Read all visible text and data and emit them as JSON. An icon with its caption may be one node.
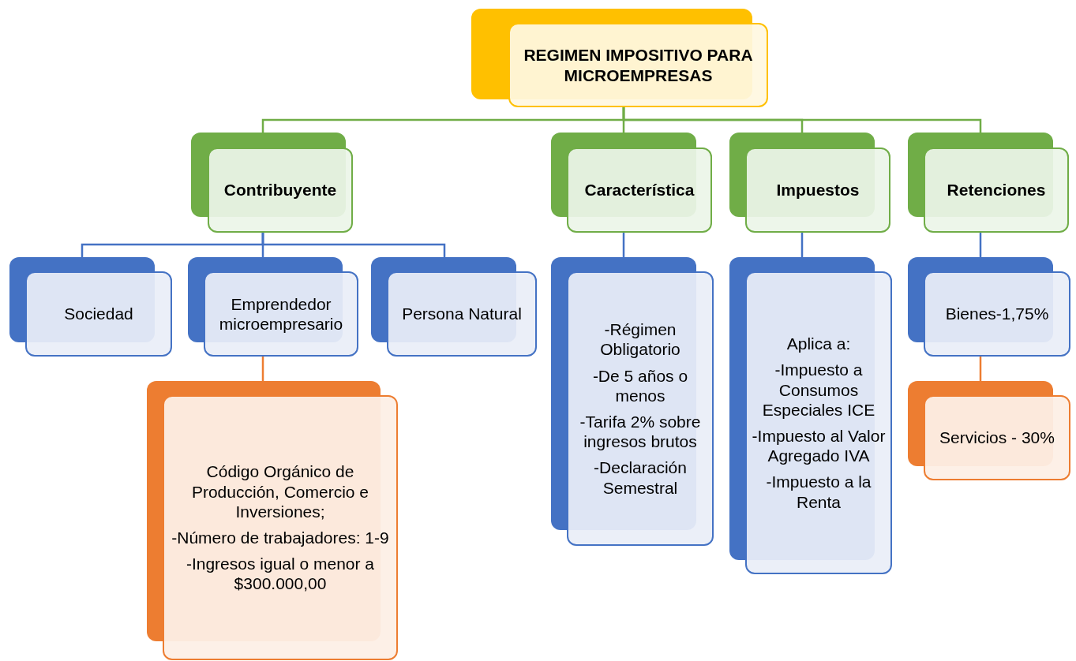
{
  "diagram": {
    "nodes": [
      {
        "text": [
          "REGIMEN IMPOSITIVO PARA MICROEMPRESAS"
        ]
      },
      {
        "text": [
          "Contribuyente"
        ]
      },
      {
        "text": [
          "Característica"
        ]
      },
      {
        "text": [
          "Impuestos"
        ]
      },
      {
        "text": [
          "Retenciones"
        ]
      },
      {
        "text": [
          "Sociedad"
        ]
      },
      {
        "text": [
          "Emprendedor microempresario"
        ]
      },
      {
        "text": [
          "Persona Natural"
        ]
      },
      {
        "text": [
          "Código Orgánico de Producción, Comercio e Inversiones;",
          "-Número de trabajadores: 1-9",
          "-Ingresos igual o menor a $300.000,00"
        ]
      },
      {
        "text": [
          "-Régimen Obligatorio",
          "-De 5 años o menos",
          "-Tarifa 2% sobre ingresos brutos",
          "-Declaración Semestral"
        ]
      },
      {
        "text": [
          "Aplica a:",
          "-Impuesto a Consumos Especiales ICE",
          "-Impuesto al Valor Agregado IVA",
          "-Impuesto a la Renta"
        ]
      },
      {
        "text": [
          "Bienes-1,75%"
        ]
      },
      {
        "text": [
          "Servicios - 30%"
        ]
      }
    ],
    "edges": [
      {
        "from": 0,
        "to": 1,
        "arrow": "none",
        "color": "#70ad47"
      },
      {
        "from": 0,
        "to": 2,
        "arrow": "none",
        "color": "#70ad47"
      },
      {
        "from": 0,
        "to": 3,
        "arrow": "none",
        "color": "#70ad47"
      },
      {
        "from": 0,
        "to": 4,
        "arrow": "none",
        "color": "#70ad47"
      },
      {
        "from": 1,
        "to": 5,
        "arrow": "none"
      },
      {
        "from": 1,
        "to": 6,
        "arrow": "none"
      },
      {
        "from": 1,
        "to": 7,
        "arrow": "none"
      },
      {
        "from": 6,
        "to": 8,
        "arrow": "none",
        "color": "#ed7d31"
      },
      {
        "from": 2,
        "to": 9,
        "arrow": "none"
      },
      {
        "from": 3,
        "to": 10,
        "arrow": "none"
      },
      {
        "from": 4,
        "to": 11,
        "arrow": "none"
      },
      {
        "from": 11,
        "to": 12,
        "arrow": "none",
        "color": "#ed7d31"
      }
    ]
  }
}
